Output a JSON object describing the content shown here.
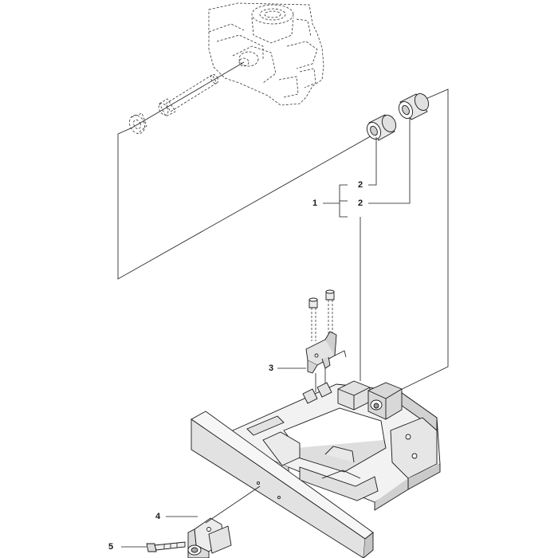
{
  "callouts": {
    "c1": "1",
    "c2a": "2",
    "c2b": "2",
    "c3": "3",
    "c4": "4",
    "c5": "5"
  },
  "colors": {
    "line": "#1a1a1a",
    "part_fill_light": "#f2f2f2",
    "part_fill_mid": "#dcdcdc",
    "part_fill_dark": "#bdbdbd"
  }
}
